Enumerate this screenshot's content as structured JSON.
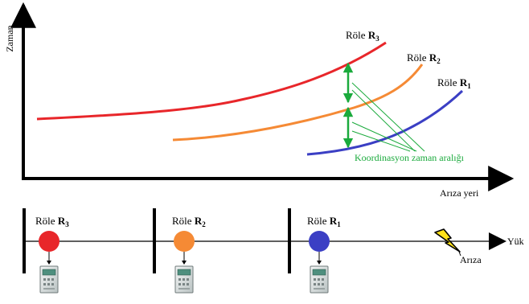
{
  "chart": {
    "y_axis_label": "Zaman",
    "x_axis_label": "Arıza yeri",
    "curves": [
      {
        "relay_prefix": "Röle ",
        "relay_letter": "R",
        "relay_index": "3",
        "color": "#e8262a"
      },
      {
        "relay_prefix": "Röle ",
        "relay_letter": "R",
        "relay_index": "2",
        "color": "#f58a35"
      },
      {
        "relay_prefix": "Röle ",
        "relay_letter": "R",
        "relay_index": "1",
        "color": "#3b3fc4"
      }
    ],
    "coordination_label": "Koordinasyon zaman aralığı",
    "coordination_color": "#1aaa3c"
  },
  "line_diagram": {
    "relays": [
      {
        "prefix": "Röle ",
        "letter": "R",
        "index": "3",
        "color": "#e8262a"
      },
      {
        "prefix": "Röle ",
        "letter": "R",
        "index": "2",
        "color": "#f58a35"
      },
      {
        "prefix": "Röle ",
        "letter": "R",
        "index": "1",
        "color": "#3b3fc4"
      }
    ],
    "fault_label": "Arıza",
    "load_label": "Yük",
    "fault_icon": "lightning-bolt-icon",
    "relay_device_icon": "protection-relay-device-icon"
  }
}
